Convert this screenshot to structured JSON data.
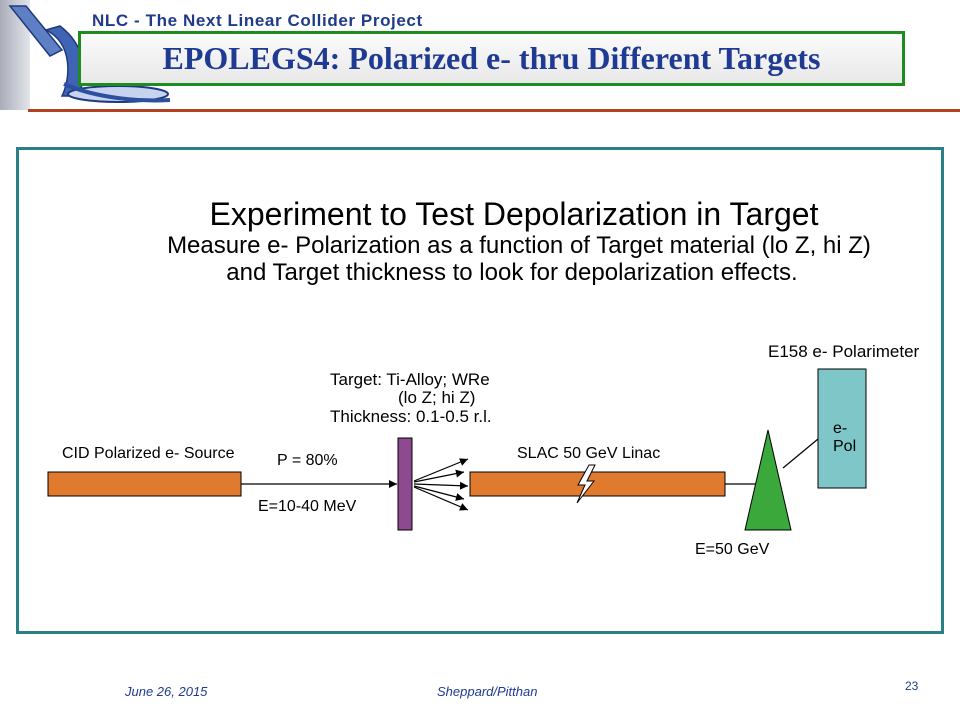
{
  "header": {
    "project_name": "NLC - The Next Linear Collider Project",
    "slide_title": "EPOLEGS4: Polarized e- thru Different Targets",
    "logo_icon": "nlc-logo-icon"
  },
  "panel": {
    "heading": "Experiment to Test Depolarization in Target",
    "description_line_1": "Measure e- Polarization as a function of Target material (lo Z, hi Z)",
    "description_line_2": "and Target thickness to look for depolarization effects."
  },
  "diagram": {
    "source_label": "CID Polarized e- Source",
    "polarization_label": "P = 80%",
    "input_energy_label": "E=10-40 MeV",
    "target_material_label": "Target: Ti-Alloy; WRe",
    "target_z_label": "(lo Z; hi Z)",
    "target_thickness_label": "Thickness: 0.1-0.5 r.l.",
    "linac_label": "SLAC 50 GeV Linac",
    "output_energy_label": "E=50 GeV",
    "polarimeter_label": "E158 e- Polarimeter",
    "polarimeter_box_line_1": "e-",
    "polarimeter_box_line_2": "Pol"
  },
  "footer": {
    "date": "June 26, 2015",
    "authors": "Sheppard/Pitthan",
    "page_number": "23"
  },
  "colors": {
    "title_text": "#1f3a93",
    "title_border": "#1e8c1e",
    "panel_border": "#2b7f86",
    "header_rule": "#b3401f",
    "beam_bar": "#e07a2e",
    "target": "#8e4a8e",
    "triangle": "#3aa83a",
    "polarimeter": "#7fc6c8"
  }
}
